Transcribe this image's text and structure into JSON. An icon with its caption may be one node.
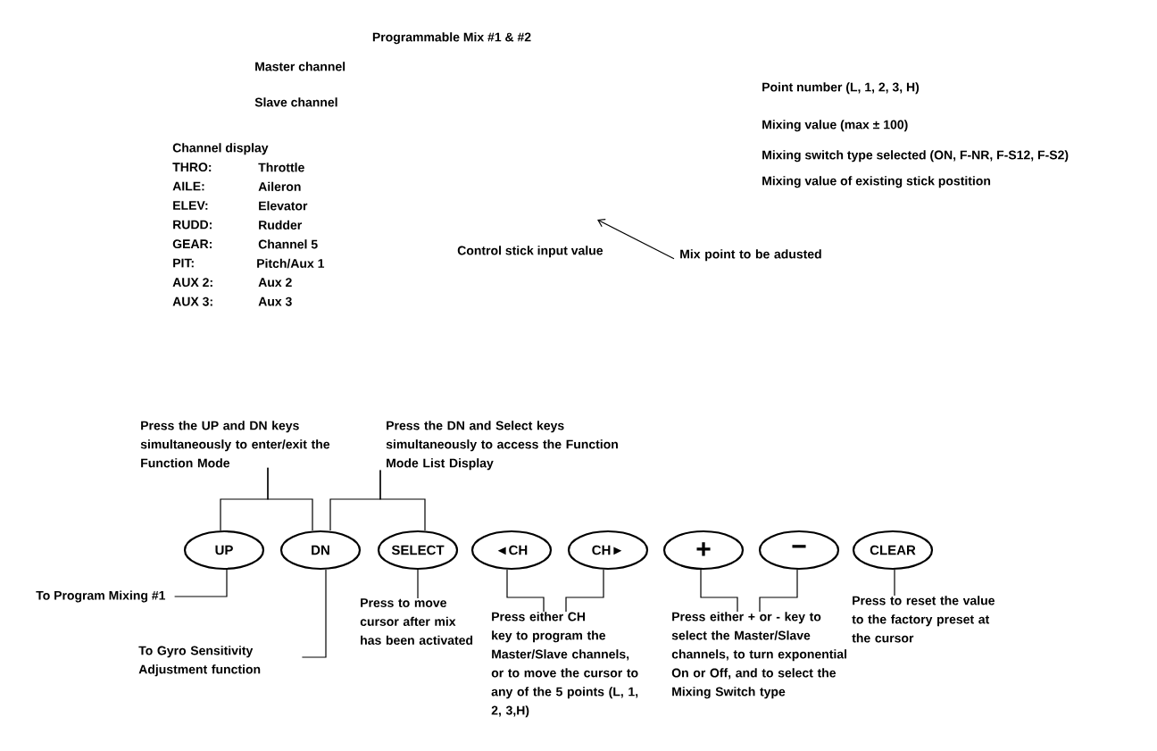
{
  "diagram": {
    "title": "Programmable Mix #1 & #2",
    "nodes": [
      {
        "text": [
          "Press the UP and DN keys simultaneously to enter/exit the Function Mode"
        ]
      },
      {
        "text": [
          "Press the DN and Select keys simultaneously to access the Function Mode List Display"
        ]
      },
      {
        "text": [
          "UP"
        ]
      },
      {
        "text": [
          "DN"
        ]
      },
      {
        "text": [
          "SELECT"
        ]
      },
      {
        "text": [
          "◄CH"
        ]
      },
      {
        "text": [
          "CH►"
        ]
      },
      {
        "text": [
          "+"
        ]
      },
      {
        "text": [
          "−"
        ]
      },
      {
        "text": [
          "CLEAR"
        ]
      },
      {
        "text": [
          "To Program Mixing #1"
        ]
      },
      {
        "text": [
          "To Gyro Sensitivity Adjustment function"
        ]
      },
      {
        "text": [
          "Press to move cursor after mix has been activated"
        ]
      },
      {
        "text": [
          "Press either CH key to program the Master/Slave channels, or to move the cursor to any of the 5 points (L, 1, 2, 3,H)"
        ]
      },
      {
        "text": [
          "Press either + or - key to select the Master/Slave channels, to turn exponential On or Off, and to select the Mixing Switch type"
        ]
      },
      {
        "text": [
          "Press to reset the value to the factory preset at the cursor"
        ]
      },
      {
        "text": [
          "Mix point to be adusted"
        ]
      }
    ],
    "edges": [
      {
        "from": 0,
        "to": 2,
        "arrow": "none"
      },
      {
        "from": 0,
        "to": 3,
        "arrow": "none"
      },
      {
        "from": 1,
        "to": 3,
        "arrow": "none"
      },
      {
        "from": 1,
        "to": 4,
        "arrow": "none"
      },
      {
        "from": 10,
        "to": 2,
        "arrow": "none"
      },
      {
        "from": 11,
        "to": 3,
        "arrow": "none"
      },
      {
        "from": 12,
        "to": 4,
        "arrow": "none"
      },
      {
        "from": 13,
        "to": 5,
        "arrow": "none"
      },
      {
        "from": 13,
        "to": 6,
        "arrow": "none"
      },
      {
        "from": 14,
        "to": 7,
        "arrow": "none"
      },
      {
        "from": 14,
        "to": 8,
        "arrow": "none"
      },
      {
        "from": 15,
        "to": 9,
        "arrow": "none"
      },
      {
        "from": 16,
        "to": null,
        "arrow": "to"
      }
    ],
    "labels": [
      "Master channel",
      "Slave channel",
      "Point number (L, 1, 2, 3, H)",
      "Mixing value (max ± 100)",
      "Mixing switch type selected (ON, F-NR, F-S12, F-S2)",
      "Mixing value of existing stick postition",
      "Channel display",
      "THRO:",
      "Throttle",
      "AILE:",
      "Aileron",
      "ELEV:",
      "Elevator",
      "RUDD:",
      "Rudder",
      "GEAR:",
      "Channel 5",
      "PIT:",
      "Pitch/Aux 1",
      "AUX 2:",
      "Aux 2",
      "AUX 3:",
      "Aux 3",
      "Control stick input value"
    ]
  }
}
